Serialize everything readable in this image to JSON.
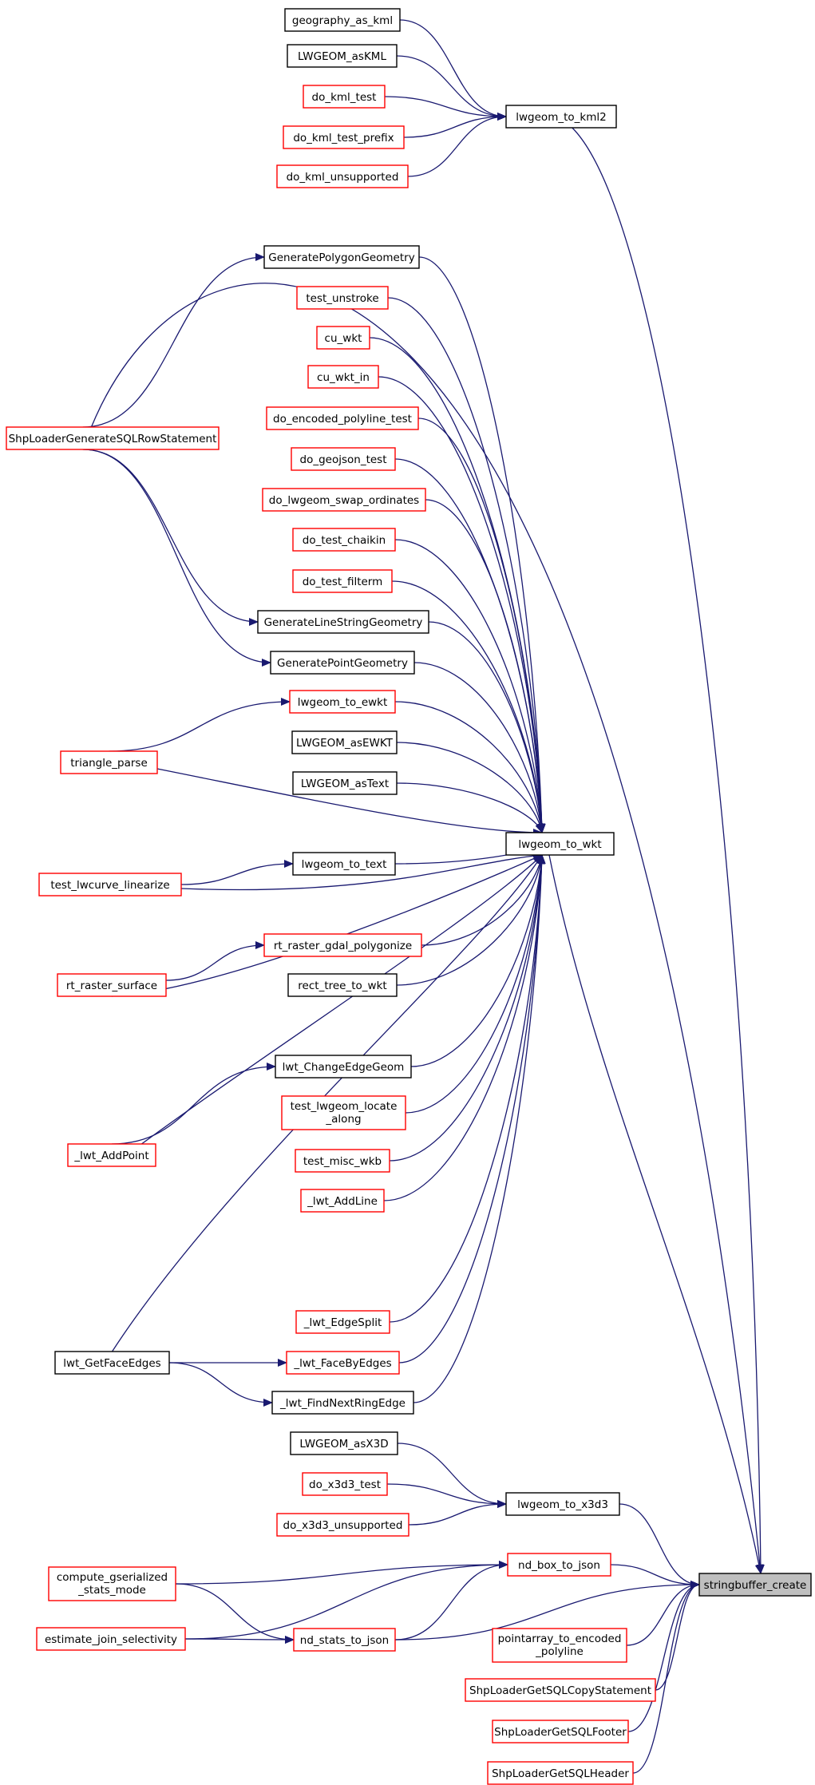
{
  "diagram": {
    "colors": {
      "edge": "#191970",
      "border_black": "#000000",
      "border_red": "#ff0000",
      "highlight_fill": "#bfbfbf"
    },
    "nodes": [
      {
        "id": "geography_as_kml",
        "label": "geography_as_kml",
        "border": "black"
      },
      {
        "id": "lwgeom_asKML",
        "label": "LWGEOM_asKML",
        "border": "black"
      },
      {
        "id": "do_kml_test",
        "label": "do_kml_test",
        "border": "red"
      },
      {
        "id": "do_kml_test_prefix",
        "label": "do_kml_test_prefix",
        "border": "red"
      },
      {
        "id": "do_kml_unsupported",
        "label": "do_kml_unsupported",
        "border": "red"
      },
      {
        "id": "lwgeom_to_kml2",
        "label": "lwgeom_to_kml2",
        "border": "black"
      },
      {
        "id": "generatePolygonGeometry",
        "label": "GeneratePolygonGeometry",
        "border": "black"
      },
      {
        "id": "test_unstroke",
        "label": "test_unstroke",
        "border": "red"
      },
      {
        "id": "cu_wkt",
        "label": "cu_wkt",
        "border": "red"
      },
      {
        "id": "cu_wkt_in",
        "label": "cu_wkt_in",
        "border": "red"
      },
      {
        "id": "do_encoded_polyline_test",
        "label": "do_encoded_polyline_test",
        "border": "red"
      },
      {
        "id": "shpLoaderGenerateSQLRowStatement",
        "label": "ShpLoaderGenerateSQLRowStatement",
        "border": "red"
      },
      {
        "id": "do_geojson_test",
        "label": "do_geojson_test",
        "border": "red"
      },
      {
        "id": "do_lwgeom_swap_ordinates",
        "label": "do_lwgeom_swap_ordinates",
        "border": "red"
      },
      {
        "id": "do_test_chaikin",
        "label": "do_test_chaikin",
        "border": "red"
      },
      {
        "id": "do_test_filterm",
        "label": "do_test_filterm",
        "border": "red"
      },
      {
        "id": "generateLineStringGeometry",
        "label": "GenerateLineStringGeometry",
        "border": "black"
      },
      {
        "id": "generatePointGeometry",
        "label": "GeneratePointGeometry",
        "border": "black"
      },
      {
        "id": "lwgeom_to_ewkt",
        "label": "lwgeom_to_ewkt",
        "border": "red"
      },
      {
        "id": "lwgeom_asEWKT",
        "label": "LWGEOM_asEWKT",
        "border": "black"
      },
      {
        "id": "triangle_parse",
        "label": "triangle_parse",
        "border": "red"
      },
      {
        "id": "lwgeom_asText",
        "label": "LWGEOM_asText",
        "border": "black"
      },
      {
        "id": "lwgeom_to_wkt",
        "label": "lwgeom_to_wkt",
        "border": "black"
      },
      {
        "id": "lwgeom_to_text",
        "label": "lwgeom_to_text",
        "border": "black"
      },
      {
        "id": "test_lwcurve_linearize",
        "label": "test_lwcurve_linearize",
        "border": "red"
      },
      {
        "id": "rt_raster_gdal_polygonize",
        "label": "rt_raster_gdal_polygonize",
        "border": "red"
      },
      {
        "id": "rt_raster_surface",
        "label": "rt_raster_surface",
        "border": "red"
      },
      {
        "id": "rect_tree_to_wkt",
        "label": "rect_tree_to_wkt",
        "border": "black"
      },
      {
        "id": "lwt_ChangeEdgeGeom",
        "label": "lwt_ChangeEdgeGeom",
        "border": "black"
      },
      {
        "id": "test_lwgeom_locate_along",
        "label": "test_lwgeom_locate\n_along",
        "border": "red"
      },
      {
        "id": "lwt_AddPoint",
        "label": "_lwt_AddPoint",
        "border": "red"
      },
      {
        "id": "test_misc_wkb",
        "label": "test_misc_wkb",
        "border": "red"
      },
      {
        "id": "lwt_AddLine",
        "label": "_lwt_AddLine",
        "border": "red"
      },
      {
        "id": "lwt_EdgeSplit",
        "label": "_lwt_EdgeSplit",
        "border": "red"
      },
      {
        "id": "lwt_GetFaceEdges",
        "label": "lwt_GetFaceEdges",
        "border": "black"
      },
      {
        "id": "lwt_FaceByEdges",
        "label": "_lwt_FaceByEdges",
        "border": "red"
      },
      {
        "id": "lwt_FindNextRingEdge",
        "label": "_lwt_FindNextRingEdge",
        "border": "black"
      },
      {
        "id": "lwgeom_asX3D",
        "label": "LWGEOM_asX3D",
        "border": "black"
      },
      {
        "id": "do_x3d3_test",
        "label": "do_x3d3_test",
        "border": "red"
      },
      {
        "id": "lwgeom_to_x3d3",
        "label": "lwgeom_to_x3d3",
        "border": "black"
      },
      {
        "id": "do_x3d3_unsupported",
        "label": "do_x3d3_unsupported",
        "border": "red"
      },
      {
        "id": "nd_box_to_json",
        "label": "nd_box_to_json",
        "border": "red"
      },
      {
        "id": "compute_gserialized_stats_mode",
        "label": "compute_gserialized\n_stats_mode",
        "border": "red"
      },
      {
        "id": "stringbuffer_create",
        "label": "stringbuffer_create",
        "border": "highlight"
      },
      {
        "id": "estimate_join_selectivity",
        "label": "estimate_join_selectivity",
        "border": "red"
      },
      {
        "id": "nd_stats_to_json",
        "label": "nd_stats_to_json",
        "border": "red"
      },
      {
        "id": "pointarray_to_encoded_polyline",
        "label": "pointarray_to_encoded\n_polyline",
        "border": "red"
      },
      {
        "id": "shpLoaderGetSQLCopyStatement",
        "label": "ShpLoaderGetSQLCopyStatement",
        "border": "red"
      },
      {
        "id": "shpLoaderGetSQLFooter",
        "label": "ShpLoaderGetSQLFooter",
        "border": "red"
      },
      {
        "id": "shpLoaderGetSQLHeader",
        "label": "ShpLoaderGetSQLHeader",
        "border": "red"
      }
    ],
    "edges": [
      [
        "geography_as_kml",
        "lwgeom_to_kml2"
      ],
      [
        "lwgeom_asKML",
        "lwgeom_to_kml2"
      ],
      [
        "do_kml_test",
        "lwgeom_to_kml2"
      ],
      [
        "do_kml_test_prefix",
        "lwgeom_to_kml2"
      ],
      [
        "do_kml_unsupported",
        "lwgeom_to_kml2"
      ],
      [
        "lwgeom_to_kml2",
        "stringbuffer_create"
      ],
      [
        "shpLoaderGenerateSQLRowStatement",
        "generatePolygonGeometry"
      ],
      [
        "shpLoaderGenerateSQLRowStatement",
        "generateLineStringGeometry"
      ],
      [
        "shpLoaderGenerateSQLRowStatement",
        "generatePointGeometry"
      ],
      [
        "shpLoaderGenerateSQLRowStatement",
        "stringbuffer_create"
      ],
      [
        "generatePolygonGeometry",
        "lwgeom_to_wkt"
      ],
      [
        "test_unstroke",
        "lwgeom_to_wkt"
      ],
      [
        "cu_wkt",
        "lwgeom_to_wkt"
      ],
      [
        "cu_wkt_in",
        "lwgeom_to_wkt"
      ],
      [
        "do_encoded_polyline_test",
        "lwgeom_to_wkt"
      ],
      [
        "do_geojson_test",
        "lwgeom_to_wkt"
      ],
      [
        "do_lwgeom_swap_ordinates",
        "lwgeom_to_wkt"
      ],
      [
        "do_test_chaikin",
        "lwgeom_to_wkt"
      ],
      [
        "do_test_filterm",
        "lwgeom_to_wkt"
      ],
      [
        "generateLineStringGeometry",
        "lwgeom_to_wkt"
      ],
      [
        "generatePointGeometry",
        "lwgeom_to_wkt"
      ],
      [
        "triangle_parse",
        "lwgeom_to_ewkt"
      ],
      [
        "triangle_parse",
        "lwgeom_to_wkt"
      ],
      [
        "lwgeom_to_ewkt",
        "lwgeom_to_wkt"
      ],
      [
        "lwgeom_asEWKT",
        "lwgeom_to_wkt"
      ],
      [
        "lwgeom_asText",
        "lwgeom_to_wkt"
      ],
      [
        "lwgeom_to_text",
        "lwgeom_to_wkt"
      ],
      [
        "test_lwcurve_linearize",
        "lwgeom_to_text"
      ],
      [
        "test_lwcurve_linearize",
        "lwgeom_to_wkt"
      ],
      [
        "rt_raster_gdal_polygonize",
        "lwgeom_to_wkt"
      ],
      [
        "rt_raster_surface",
        "rt_raster_gdal_polygonize"
      ],
      [
        "rt_raster_surface",
        "lwgeom_to_wkt"
      ],
      [
        "rect_tree_to_wkt",
        "lwgeom_to_wkt"
      ],
      [
        "lwt_ChangeEdgeGeom",
        "lwgeom_to_wkt"
      ],
      [
        "lwt_AddPoint",
        "lwt_ChangeEdgeGeom"
      ],
      [
        "lwt_AddPoint",
        "lwgeom_to_wkt"
      ],
      [
        "test_lwgeom_locate_along",
        "lwgeom_to_wkt"
      ],
      [
        "test_misc_wkb",
        "lwgeom_to_wkt"
      ],
      [
        "lwt_AddLine",
        "lwgeom_to_wkt"
      ],
      [
        "lwt_EdgeSplit",
        "lwgeom_to_wkt"
      ],
      [
        "lwt_GetFaceEdges",
        "lwgeom_to_wkt"
      ],
      [
        "lwt_GetFaceEdges",
        "lwt_FaceByEdges"
      ],
      [
        "lwt_GetFaceEdges",
        "lwt_FindNextRingEdge"
      ],
      [
        "lwt_FaceByEdges",
        "lwgeom_to_wkt"
      ],
      [
        "lwt_FindNextRingEdge",
        "lwgeom_to_wkt"
      ],
      [
        "lwgeom_to_wkt",
        "stringbuffer_create"
      ],
      [
        "lwgeom_asX3D",
        "lwgeom_to_x3d3"
      ],
      [
        "do_x3d3_test",
        "lwgeom_to_x3d3"
      ],
      [
        "do_x3d3_unsupported",
        "lwgeom_to_x3d3"
      ],
      [
        "lwgeom_to_x3d3",
        "stringbuffer_create"
      ],
      [
        "compute_gserialized_stats_mode",
        "nd_box_to_json"
      ],
      [
        "compute_gserialized_stats_mode",
        "nd_stats_to_json"
      ],
      [
        "estimate_join_selectivity",
        "nd_box_to_json"
      ],
      [
        "estimate_join_selectivity",
        "nd_stats_to_json"
      ],
      [
        "nd_stats_to_json",
        "nd_box_to_json"
      ],
      [
        "nd_box_to_json",
        "stringbuffer_create"
      ],
      [
        "nd_stats_to_json",
        "stringbuffer_create"
      ],
      [
        "pointarray_to_encoded_polyline",
        "stringbuffer_create"
      ],
      [
        "shpLoaderGetSQLCopyStatement",
        "stringbuffer_create"
      ],
      [
        "shpLoaderGetSQLFooter",
        "stringbuffer_create"
      ],
      [
        "shpLoaderGetSQLHeader",
        "stringbuffer_create"
      ]
    ]
  }
}
